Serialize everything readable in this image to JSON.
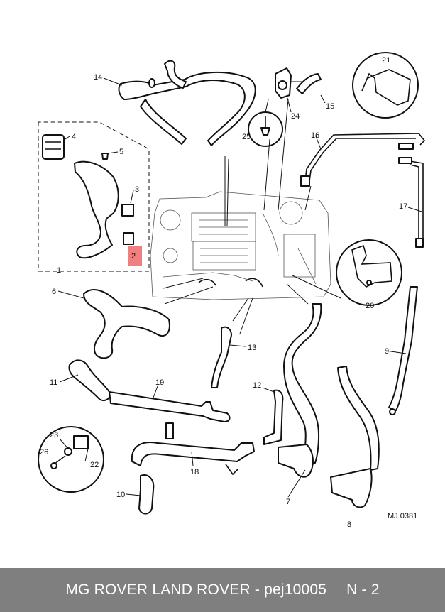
{
  "diagram": {
    "callouts": [
      "1",
      "2",
      "3",
      "4",
      "5",
      "6",
      "7",
      "8",
      "9",
      "10",
      "11",
      "12",
      "13",
      "14",
      "15",
      "16",
      "17",
      "18",
      "19",
      "20",
      "21",
      "22",
      "23",
      "24",
      "25",
      "26"
    ],
    "highlighted_part": "2",
    "highlight_color": "#f08080",
    "reference": "MJ 0381"
  },
  "footer": {
    "brand_text": "MG ROVER LAND ROVER - pej10005",
    "page_text": "N - 2",
    "background": "#7f7f7f",
    "text_color": "#ffffff"
  }
}
